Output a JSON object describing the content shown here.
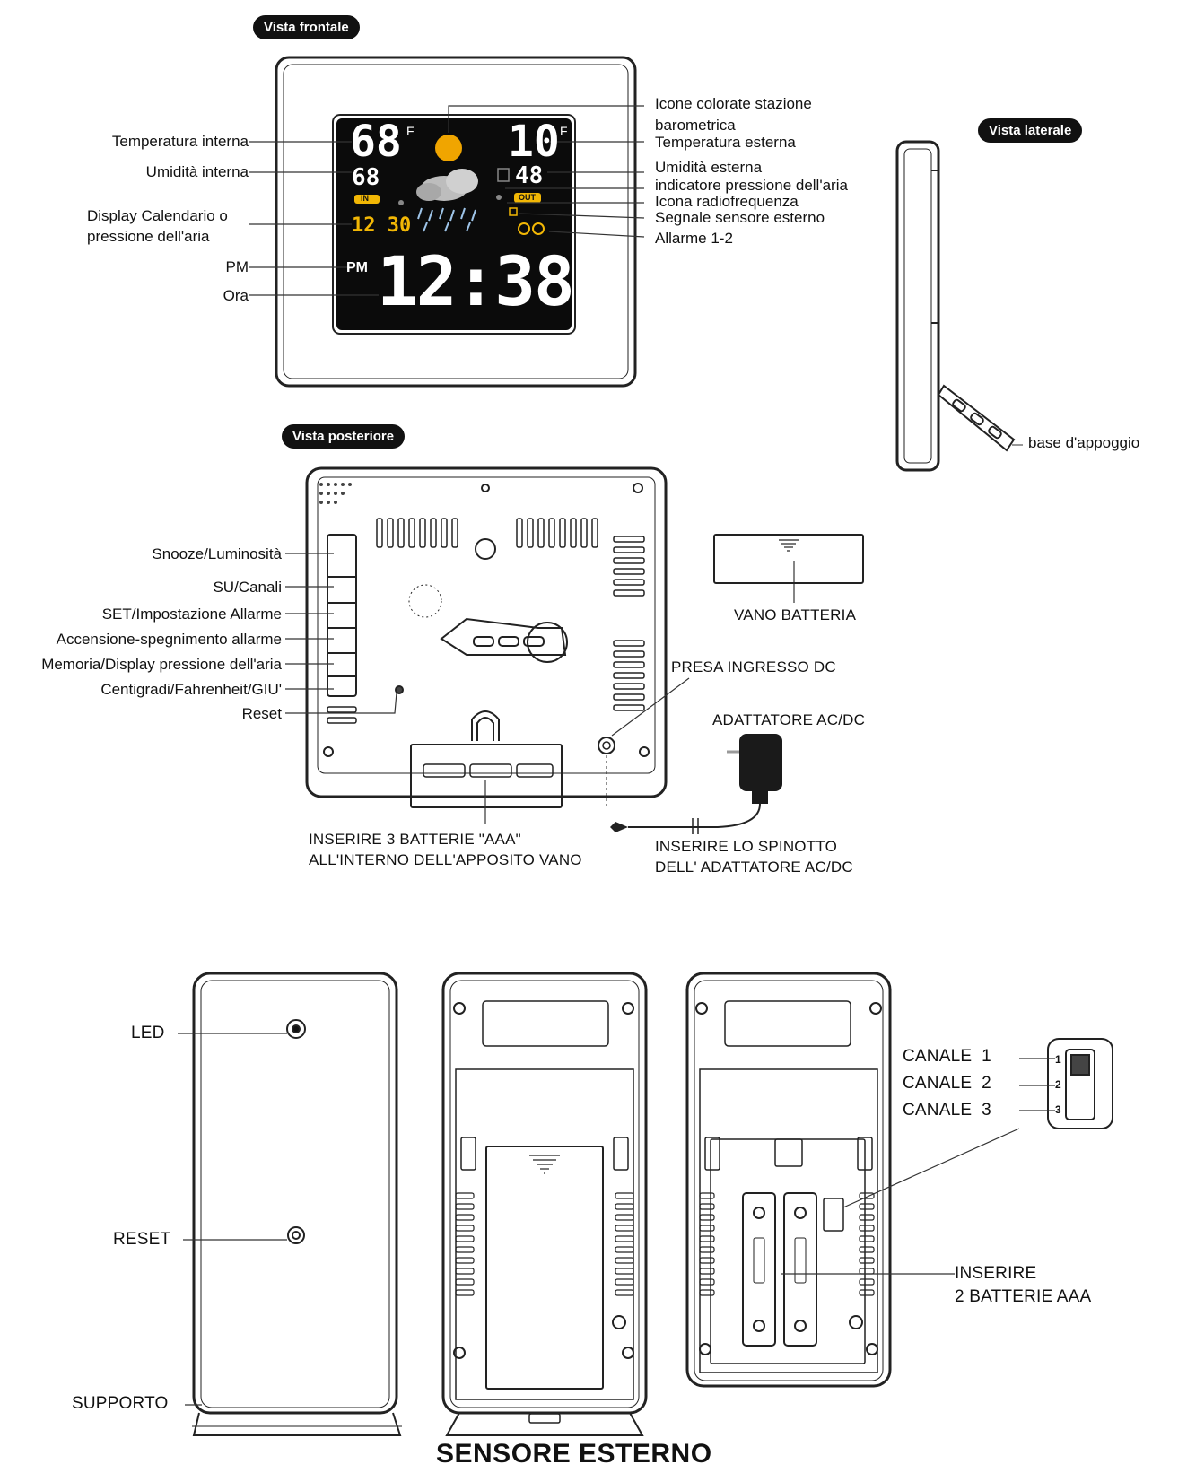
{
  "sections": {
    "front": "Vista frontale",
    "side": "Vista laterale",
    "rear": "Vista posteriore",
    "sensor": "SENSORE ESTERNO"
  },
  "front_labels": {
    "temp_interna": "Temperatura interna",
    "umid_interna": "Umidità interna",
    "display_cal_1": "Display Calendario o",
    "display_cal_2": "pressione dell'aria",
    "pm": "PM",
    "ora": "Ora",
    "icone_1": "Icone colorate stazione",
    "icone_2": "barometrica",
    "temp_esterna": "Temperatura esterna",
    "umid_esterna": "Umidità esterna",
    "ind_pressione": "indicatore pressione dell'aria",
    "icona_rf": "Icona radiofrequenza",
    "segnale_sensore": "Segnale sensore esterno",
    "allarme": "Allarme 1-2"
  },
  "lcd": {
    "temp_in": "68",
    "temp_in_unit": "F",
    "hum_in": "68",
    "temp_out": "10",
    "temp_out_unit": "F",
    "hum_out": "48",
    "cal": "12 30",
    "pm": "PM",
    "time": "12:38",
    "in_badge": "IN",
    "out_badge": "OUT"
  },
  "side_labels": {
    "base": "base d'appoggio"
  },
  "rear_labels": {
    "snooze": "Snooze/Luminosità",
    "su": "SU/Canali",
    "set": "SET/Impostazione Allarme",
    "accensione": "Accensione-spegnimento allarme",
    "memoria": "Memoria/Display pressione dell'aria",
    "centigradi": "Centigradi/Fahrenheit/GIU'",
    "reset": "Reset",
    "vano": "VANO BATTERIA",
    "presa": "PRESA INGRESSO DC",
    "adattatore": "ADATTATORE AC/DC",
    "inserire_batt_1": "INSERIRE 3 BATTERIE \"AAA\"",
    "inserire_batt_2": "ALL'INTERNO DELL'APPOSITO VANO",
    "spinotto_1": "INSERIRE LO SPINOTTO",
    "spinotto_2": "DELL' ADATTATORE AC/DC"
  },
  "sensor_labels": {
    "led": "LED",
    "reset": "RESET",
    "supporto": "SUPPORTO",
    "canale_1": "CANALE  1",
    "canale_2": "CANALE  2",
    "canale_3": "CANALE  3",
    "inserire_1": "INSERIRE",
    "inserire_2": "2 BATTERIE AAA"
  },
  "colors": {
    "lcd_bg": "#0b0b0b",
    "lcd_accent": "#f2b705",
    "sun": "#f0a500",
    "line": "#222222"
  }
}
